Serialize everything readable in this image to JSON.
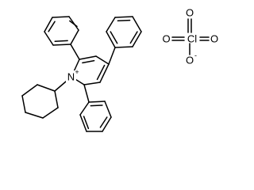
{
  "molecule": {
    "cation": {
      "ring_atom_label": "N",
      "ring_atom_charge": "+"
    },
    "anion": {
      "center_label": "Cl",
      "oxygen_label": "O",
      "oxide_charge": "-"
    }
  }
}
